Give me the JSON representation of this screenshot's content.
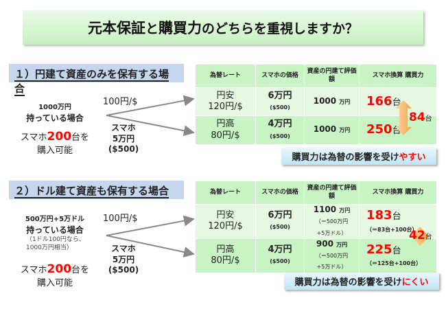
{
  "title": {
    "part1": "元本保証",
    "part2": "と",
    "part3": "購買力",
    "part4": "のどちらを重視しますか？"
  },
  "sections": [
    {
      "header": "１）円建て資産のみを保有する場合",
      "holding_amount": "1000万円",
      "holding_label": "持っている場合",
      "holding_note1": "",
      "holding_note2": "",
      "can_buy_prefix": "スマホ",
      "can_buy_count": "200",
      "can_buy_suffix": "台を",
      "can_buy_line2": "購入可能",
      "rate": "100円/$",
      "phone_label": "スマホ",
      "phone_price_yen": "5万円",
      "phone_price_usd": "($500)",
      "columns": [
        "為替レート",
        "スマホの価格",
        "資産の円建て評価額",
        "スマホ換算 購買力"
      ],
      "rows": [
        {
          "rate_name": "円安",
          "rate": "120円/$",
          "price": "6万円",
          "price_usd": "($500)",
          "value": "1000",
          "value_unit": "万円",
          "value_note1": "",
          "value_note2": "",
          "count": "166",
          "count_unit": "台",
          "count_note": ""
        },
        {
          "rate_name": "円高",
          "rate": "80円/$",
          "price": "4万円",
          "price_usd": "($500)",
          "value": "1000",
          "value_unit": "万円",
          "value_note1": "",
          "value_note2": "",
          "count": "250",
          "count_unit": "台",
          "count_note": ""
        }
      ],
      "diff": "84",
      "diff_unit": "台",
      "note_prefix": "購買力は為替の影響を受け",
      "note_emph": "やすい"
    },
    {
      "header": "２）ドル建て資産も保有する場合",
      "holding_amount": "500万円+5万ドル",
      "holding_label": "持っている場合",
      "holding_note1": "（1ドル100円なら、",
      "holding_note2": "1000万円相当）",
      "can_buy_prefix": "スマホ",
      "can_buy_count": "200",
      "can_buy_suffix": "台を",
      "can_buy_line2": "購入可能",
      "rate": "100円/$",
      "phone_label": "スマホ",
      "phone_price_yen": "5万円",
      "phone_price_usd": "($500)",
      "columns": [
        "為替レート",
        "スマホの価格",
        "資産の円建て評価額",
        "スマホ換算 購買力"
      ],
      "rows": [
        {
          "rate_name": "円安",
          "rate": "120円/$",
          "price": "6万円",
          "price_usd": "($500)",
          "value": "1100",
          "value_unit": "万円",
          "value_note1": "（＝500万円",
          "value_note2": "+5万ドル）",
          "count": "183",
          "count_unit": "台",
          "count_note": "（＝83台+100台）"
        },
        {
          "rate_name": "円高",
          "rate": "80円/$",
          "price": "4万円",
          "price_usd": "($500)",
          "value": "900",
          "value_unit": "万円",
          "value_note1": "（＝500万円",
          "value_note2": "+5万ドル）",
          "count": "225",
          "count_unit": "台",
          "count_note": "（＝125台+100台）"
        }
      ],
      "diff": "42",
      "diff_unit": "台",
      "note_prefix": "購買力は為替の影響を受け",
      "note_emph": "にくい"
    }
  ],
  "colors": {
    "red": "#ff0000",
    "green": "#c9f3c4",
    "blue": "#c5d6ee",
    "orange": "#f5a54a"
  }
}
